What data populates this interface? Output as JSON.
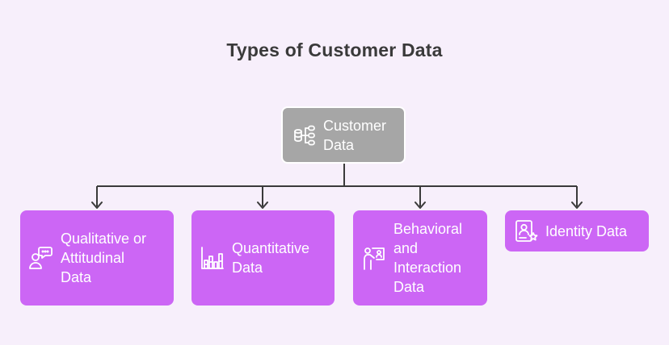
{
  "diagram": {
    "title": "Types of Customer Data",
    "root": {
      "label": "Customer\nData",
      "icon": "database-tree-icon",
      "color": "#a6a6a6"
    },
    "children": [
      {
        "label": "Qualitative or\nAttitudinal\nData",
        "icon": "person-speech-icon",
        "color": "#cc66f5"
      },
      {
        "label": "Quantitative\nData",
        "icon": "bar-chart-icon",
        "color": "#cc66f5"
      },
      {
        "label": "Behavioral\nand\nInteraction\nData",
        "icon": "presenter-board-icon",
        "color": "#cc66f5"
      },
      {
        "label": "Identity Data",
        "icon": "id-badge-icon",
        "color": "#cc66f5"
      }
    ],
    "connector_color": "#3a3a3a",
    "background": "#f7effb"
  }
}
